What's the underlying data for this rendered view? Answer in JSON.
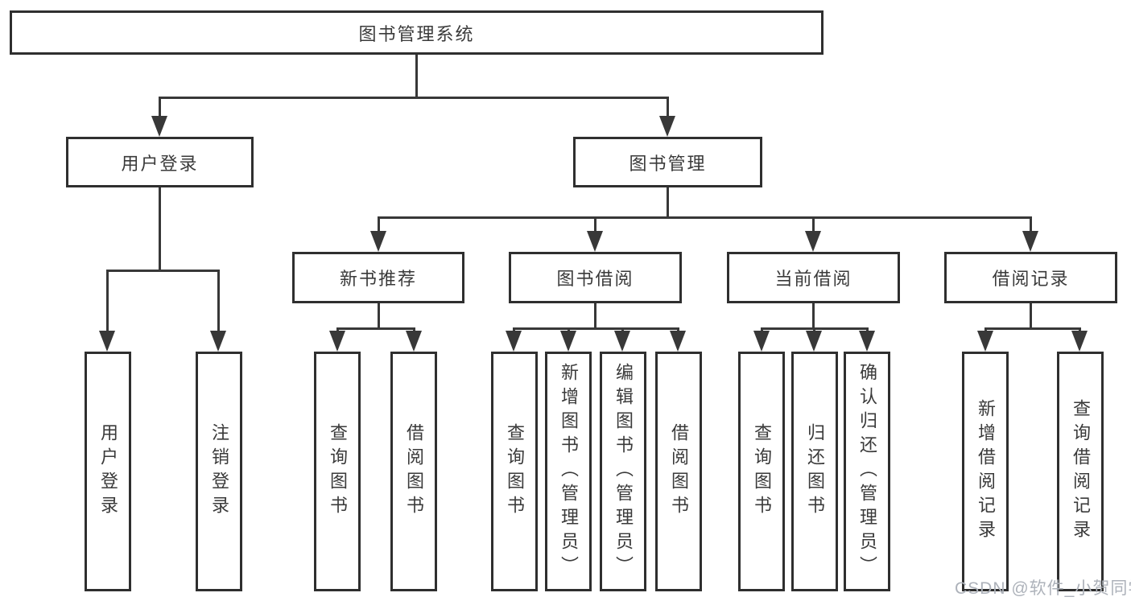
{
  "title": "图书管理系统",
  "watermark": {
    "text": "CSDN @软件_小贺同学"
  },
  "colors": {
    "line": "#383838",
    "border": "#2f2f2f",
    "text": "#3a3a3a",
    "watermark": "#adb2ba",
    "background": "#ffffff"
  },
  "tree": {
    "root": {
      "label": "图书管理系统"
    },
    "level2": [
      {
        "label": "用户登录",
        "children": [
          {
            "label": "用户登录"
          },
          {
            "label": "注销登录"
          }
        ]
      },
      {
        "label": "图书管理",
        "children": [
          {
            "label": "新书推荐",
            "children": [
              {
                "label": "查询图书"
              },
              {
                "label": "借阅图书"
              }
            ]
          },
          {
            "label": "图书借阅",
            "children": [
              {
                "label": "查询图书"
              },
              {
                "label": "新增图书（管理员）"
              },
              {
                "label": "编辑图书（管理员）"
              },
              {
                "label": "借阅图书"
              }
            ]
          },
          {
            "label": "当前借阅",
            "children": [
              {
                "label": "查询图书"
              },
              {
                "label": "归还图书"
              },
              {
                "label": "确认归还（管理员）"
              }
            ]
          },
          {
            "label": "借阅记录",
            "children": [
              {
                "label": "新增借阅记录"
              },
              {
                "label": "查询借阅记录"
              }
            ]
          }
        ]
      }
    ]
  }
}
